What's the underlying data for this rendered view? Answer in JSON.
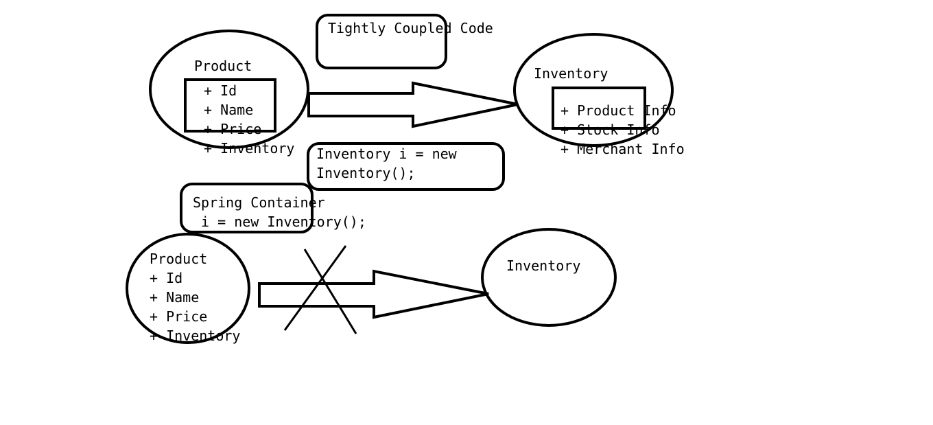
{
  "top": {
    "title": "Tightly Coupled Code",
    "product": {
      "name": "Product",
      "fields": [
        "+ Id",
        "+ Name",
        "+ Price",
        "+ Inventory"
      ]
    },
    "inventory": {
      "name": "Inventory",
      "fields": [
        "+ Product Info",
        "+ Stock Info",
        "+ Merchant Info"
      ]
    },
    "code": [
      "Inventory i = new",
      "Inventory();"
    ]
  },
  "bottom": {
    "container": [
      "Spring Container",
      " i = new Inventory();"
    ],
    "product": {
      "name": "Product",
      "fields": [
        "+ Id",
        "+ Name",
        "+ Price",
        "+ Inventory"
      ]
    },
    "inventory": {
      "name": "Inventory"
    }
  }
}
